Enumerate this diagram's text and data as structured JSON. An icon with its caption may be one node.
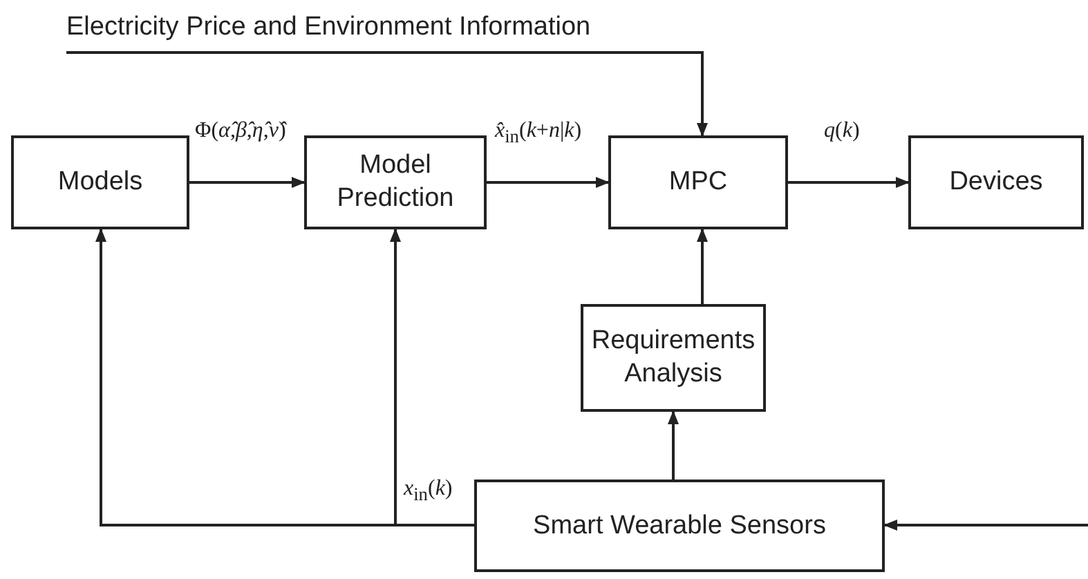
{
  "diagram": {
    "nodes": [
      {
        "text": [
          "Models"
        ]
      },
      {
        "text": [
          "Model Prediction"
        ]
      },
      {
        "text": [
          "MPC"
        ]
      },
      {
        "text": [
          "Devices"
        ]
      },
      {
        "text": [
          "Requirements Analysis"
        ]
      },
      {
        "text": [
          "Smart Wearable Sensors"
        ]
      },
      {
        "text": [
          "Electricity Price and Environment Information"
        ]
      }
    ],
    "edges": [
      {
        "from": 0,
        "to": 1,
        "arrow": "to",
        "label": "Φ(*α̂*,*β̂*,*η̂*,*ν̂*)"
      },
      {
        "from": 1,
        "to": 2,
        "arrow": "to",
        "label": "*x̂*$_{in}$(*k*+*n*|*k*)"
      },
      {
        "from": 2,
        "to": 3,
        "arrow": "to",
        "label": "*q*(*k*)"
      },
      {
        "from": 4,
        "to": 2,
        "arrow": "to"
      },
      {
        "from": 5,
        "to": 4,
        "arrow": "to"
      },
      {
        "from": 5,
        "to": 0,
        "arrow": "to"
      },
      {
        "from": 5,
        "to": 1,
        "arrow": "to",
        "label": "*x*$_{in}$(*k*)"
      },
      {
        "from": 6,
        "to": 2,
        "arrow": "to"
      },
      {
        "from": null,
        "to": 5,
        "arrow": "to"
      }
    ]
  }
}
